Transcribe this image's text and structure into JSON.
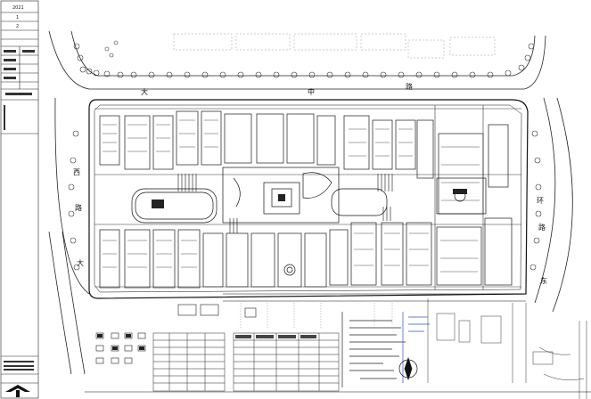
{
  "title_block": {
    "cells": [
      "2021",
      "1",
      "2"
    ],
    "logo_icon": "company-logo-icon",
    "vertical_labels": [
      "",
      ""
    ]
  },
  "roads": {
    "top": [
      "大",
      "中",
      "路"
    ],
    "left": [
      "西",
      "路",
      "大"
    ],
    "right": [
      "环",
      "路",
      "东"
    ]
  },
  "compass": {
    "icon": "north-arrow-icon"
  },
  "colors": {
    "line": "#1a1a1a",
    "accent": "#2a55c8",
    "bg": "#ffffff"
  }
}
